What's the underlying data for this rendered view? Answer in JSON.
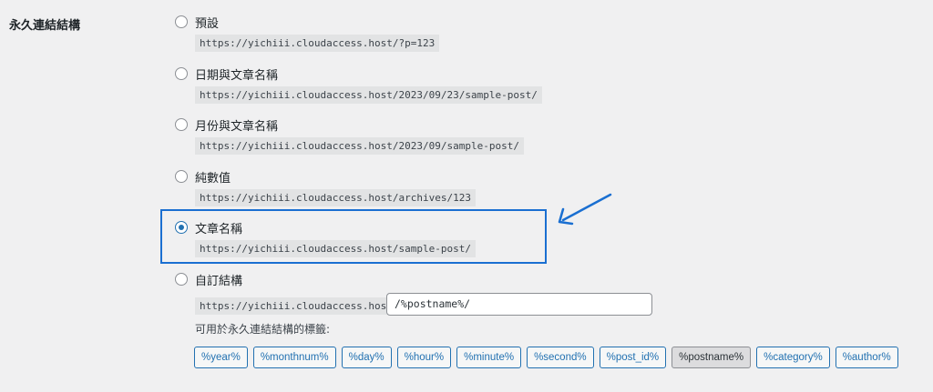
{
  "section": {
    "title": "永久連結結構"
  },
  "options": [
    {
      "label": "預設",
      "example": "https://yichiii.cloudaccess.host/?p=123",
      "checked": false
    },
    {
      "label": "日期與文章名稱",
      "example": "https://yichiii.cloudaccess.host/2023/09/23/sample-post/",
      "checked": false
    },
    {
      "label": "月份與文章名稱",
      "example": "https://yichiii.cloudaccess.host/2023/09/sample-post/",
      "checked": false
    },
    {
      "label": "純數值",
      "example": "https://yichiii.cloudaccess.host/archives/123",
      "checked": false
    },
    {
      "label": "文章名稱",
      "example": "https://yichiii.cloudaccess.host/sample-post/",
      "checked": true
    }
  ],
  "custom": {
    "label": "自訂結構",
    "base_url": "https://yichiii.cloudaccess.host",
    "value": "/%postname%/",
    "hint": "可用於永久連結結構的標籤:",
    "tags": [
      "%year%",
      "%monthnum%",
      "%day%",
      "%hour%",
      "%minute%",
      "%second%",
      "%post_id%",
      "%postname%",
      "%category%",
      "%author%"
    ],
    "active_tag": "%postname%"
  },
  "colors": {
    "highlight": "#1a6fd1",
    "accent": "#2271b1"
  },
  "annotation": {
    "icon": "arrow-icon"
  }
}
